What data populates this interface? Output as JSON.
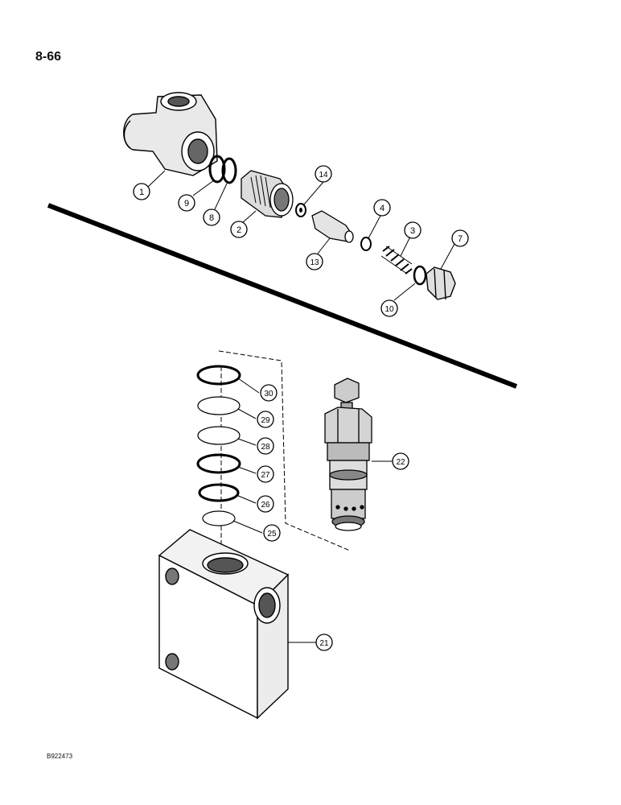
{
  "page_number": "8-66",
  "reference_code": "B922473",
  "callouts": {
    "c1": "1",
    "c2": "2",
    "c3": "3",
    "c4": "4",
    "c7": "7",
    "c8": "8",
    "c9": "9",
    "c10": "10",
    "c13": "13",
    "c14": "14",
    "c21": "21",
    "c22": "22",
    "c25": "25",
    "c26": "26",
    "c27": "27",
    "c28": "28",
    "c29": "29",
    "c30": "30"
  }
}
